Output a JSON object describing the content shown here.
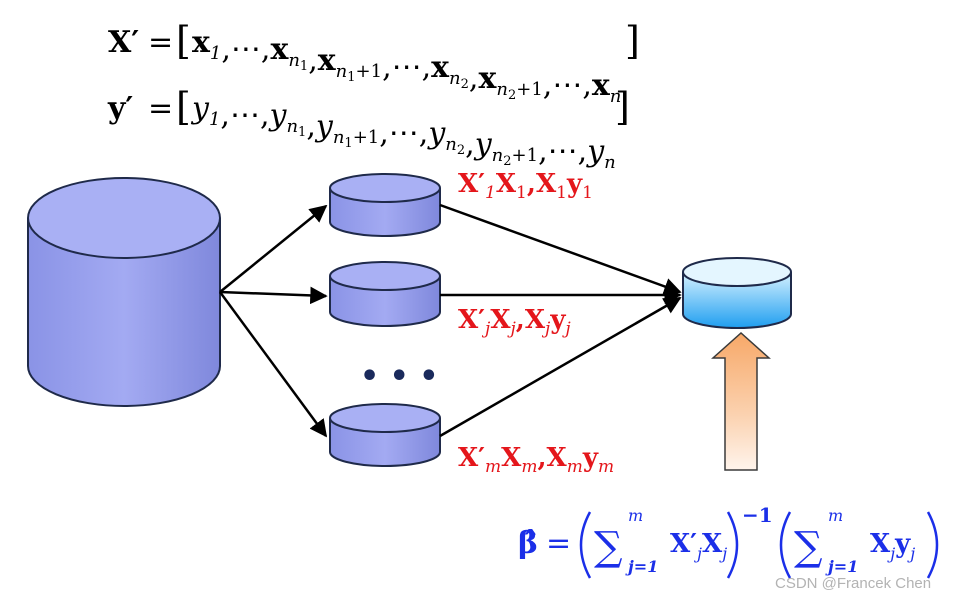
{
  "equations": {
    "X_prime": {
      "lhs": "X′",
      "equals": "=",
      "open": "[",
      "close": "]",
      "terms": [
        {
          "base": "x",
          "sub": "1"
        },
        {
          "base": "⋯",
          "sub": ""
        },
        {
          "base": "x",
          "sub": "n",
          "subsub": "1"
        },
        {
          "base": "x",
          "sub": "n",
          "subsub": "1",
          "subtail": "+1"
        },
        {
          "base": "⋯",
          "sub": ""
        },
        {
          "base": "x",
          "sub": "n",
          "subsub": "2"
        },
        {
          "base": "x",
          "sub": "n",
          "subsub": "2",
          "subtail": "+1"
        },
        {
          "base": "⋯",
          "sub": ""
        },
        {
          "base": "x",
          "sub": "n"
        }
      ]
    },
    "y_prime": {
      "lhs": "y′",
      "equals": "=",
      "open": "[",
      "close": "]",
      "terms": [
        {
          "base": "y",
          "sub": "1"
        },
        {
          "base": "⋯",
          "sub": ""
        },
        {
          "base": "y",
          "sub": "n",
          "subsub": "1"
        },
        {
          "base": "y",
          "sub": "n",
          "subsub": "1",
          "subtail": "+1"
        },
        {
          "base": "⋯",
          "sub": ""
        },
        {
          "base": "y",
          "sub": "n",
          "subsub": "2"
        },
        {
          "base": "y",
          "sub": "n",
          "subsub": "2",
          "subtail": "+1"
        },
        {
          "base": "⋯",
          "sub": ""
        },
        {
          "base": "y",
          "sub": "n"
        }
      ]
    }
  },
  "partitions": [
    {
      "label_parts": {
        "Xp": "X′",
        "sub1": "1",
        "X": "X",
        "sub2": "1",
        "comma": ",",
        "X2": "X",
        "sub3": "1",
        "y": "y",
        "sub4": "1"
      }
    },
    {
      "label_parts": {
        "Xp": "X′",
        "sub1": "j",
        "X": "X",
        "sub2": "j",
        "comma": ",",
        "X2": "X",
        "sub3": "j",
        "y": "y",
        "sub4": "j"
      }
    },
    {
      "label_parts": {
        "Xp": "X′",
        "sub1": "m",
        "X": "X",
        "sub2": "m",
        "comma": ",",
        "X2": "X",
        "sub3": "m",
        "y": "y",
        "sub4": "m"
      }
    }
  ],
  "ellipsis": "• • •",
  "result_formula": {
    "beta_hat": "β̂",
    "equals": "=",
    "sum_symbol": "∑",
    "sum_lower": "j=1",
    "sum_upper": "m",
    "term1": "X′",
    "term1_sub": "j",
    "term1b": "X",
    "term1b_sub": "j",
    "exponent": "−1",
    "term2": "X",
    "term2_sub": "j",
    "term2b": "y",
    "term2b_sub": "j"
  },
  "watermark": "CSDN @Francek Chen",
  "colors": {
    "cylinder_fill": "#9aa2ee",
    "cylinder_stroke": "#1f2a4a",
    "label_red": "#e4161b",
    "formula_blue": "#1b2fe8",
    "ellipsis_navy": "#1a2a5c"
  }
}
